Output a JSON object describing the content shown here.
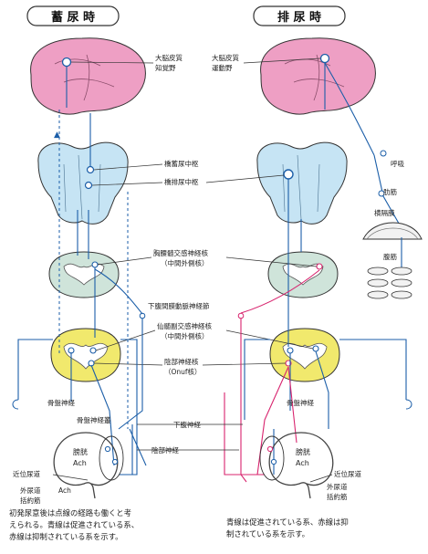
{
  "headers": {
    "storage": "蓄 尿 時",
    "voiding": "排 尿 時"
  },
  "labels": {
    "cortex_sensory_1": "大脳皮質",
    "cortex_sensory_2": "知覚野",
    "cortex_motor_1": "大脳皮質",
    "cortex_motor_2": "運動野",
    "pontine_storage": "橋蓄尿中枢",
    "pontine_voiding": "橋排尿中枢",
    "sympathetic_1": "胸腰髄交感神経核",
    "sympathetic_2": "（中間外側核）",
    "hypogastric_ganglion": "下腹間膜動脈神経節",
    "parasympathetic_1": "仙髄副交感神経核",
    "parasympathetic_2": "（中間外側核）",
    "onuf_1": "陰部神経核",
    "onuf_2": "（Onuf核）",
    "pelvic_nerve_left": "骨盤神経",
    "pelvic_plexus": "骨盤神経叢",
    "hypogastric_nerve": "下腹神経",
    "pudendal_nerve": "陰部神経",
    "pelvic_nerve_right": "骨盤神経",
    "bladder_left_1": "膀胱",
    "bladder_left_2": "Ach",
    "bladder_right_1": "膀胱",
    "bladder_right_2": "Ach",
    "urethra_prox_left": "近位尿道",
    "urethra_ext_left_1": "外尿道",
    "urethra_ext_left_2": "括約筋",
    "urethra_ext_left_ach": "Ach",
    "urethra_prox_right": "近位尿道",
    "urethra_ext_right_1": "外尿道",
    "urethra_ext_right_2": "括約筋",
    "abdominal_muscle": "腹筋",
    "diaphragm": "横隔膜",
    "intercostal": "肋筋",
    "respiration": "呼吸"
  },
  "captions": {
    "left": "初発尿意後は点線の経路も働くと考\nえられる。青線は促進されている系、\n赤線は抑制されている系を示す。",
    "right": "青線は促進されている系、赤線は抑\n制されている系を示す。"
  },
  "colors": {
    "cortex": "#ee9fc4",
    "brainstem": "#c6e4f4",
    "cord_upper": "#cfe4da",
    "cord_sacral": "#f1e96d",
    "facilitatory": "#1b5ea8",
    "inhibitory": "#d8246e",
    "bladder_line": "#444444"
  }
}
